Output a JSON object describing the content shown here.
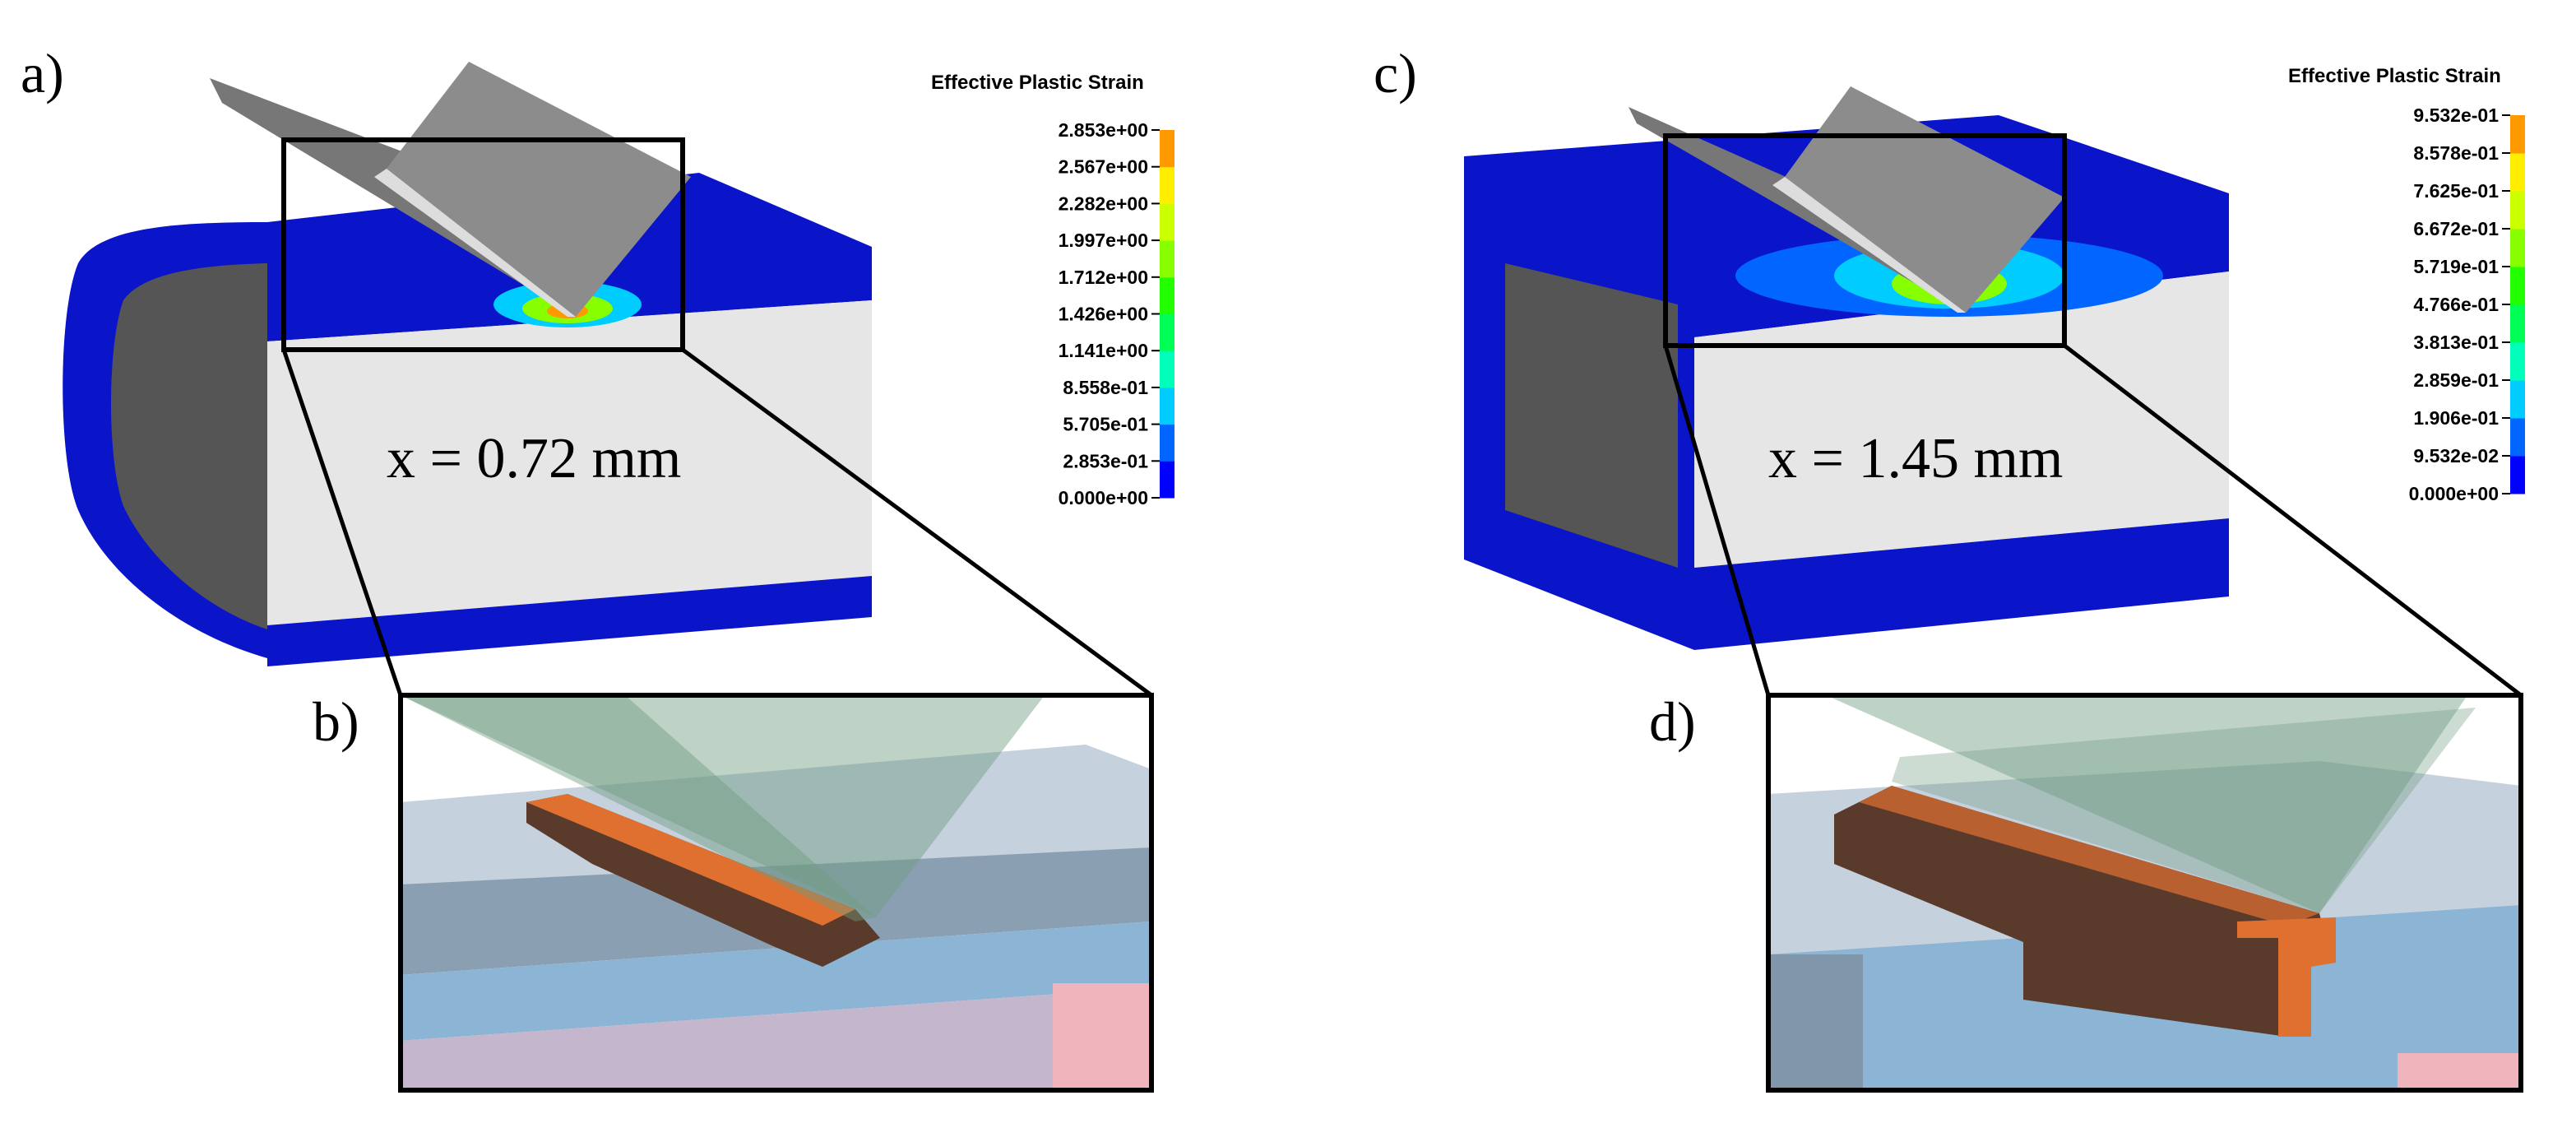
{
  "panels": {
    "a": {
      "label": "a)",
      "position": "x = 0.72 mm"
    },
    "b": {
      "label": "b)"
    },
    "c": {
      "label": "c)",
      "position": "x = 1.45 mm"
    },
    "d": {
      "label": "d)"
    }
  },
  "legend_left": {
    "title": "Effective Plastic Strain",
    "ticks": [
      "2.853e+00",
      "2.567e+00",
      "2.282e+00",
      "1.997e+00",
      "1.712e+00",
      "1.426e+00",
      "1.141e+00",
      "8.558e-01",
      "5.705e-01",
      "2.853e-01",
      "0.000e+00"
    ]
  },
  "legend_right": {
    "title": "Effective Plastic Strain",
    "ticks": [
      "9.532e-01",
      "8.578e-01",
      "7.625e-01",
      "6.672e-01",
      "5.719e-01",
      "4.766e-01",
      "3.813e-01",
      "2.859e-01",
      "1.906e-01",
      "9.532e-02",
      "0.000e+00"
    ]
  },
  "colors": {
    "scale": [
      "#0000ff",
      "#0066ff",
      "#00ccff",
      "#00ffbb",
      "#00ff55",
      "#22ff00",
      "#88ff00",
      "#ccff00",
      "#ffee00",
      "#ff9900",
      "#ff0000"
    ],
    "substrate_blue": "#0a14c8",
    "core_gray": "#e6e6e6",
    "side_gray": "#555555",
    "tool_gray": "#8c8c8c",
    "chip_orange": "#e07030"
  }
}
